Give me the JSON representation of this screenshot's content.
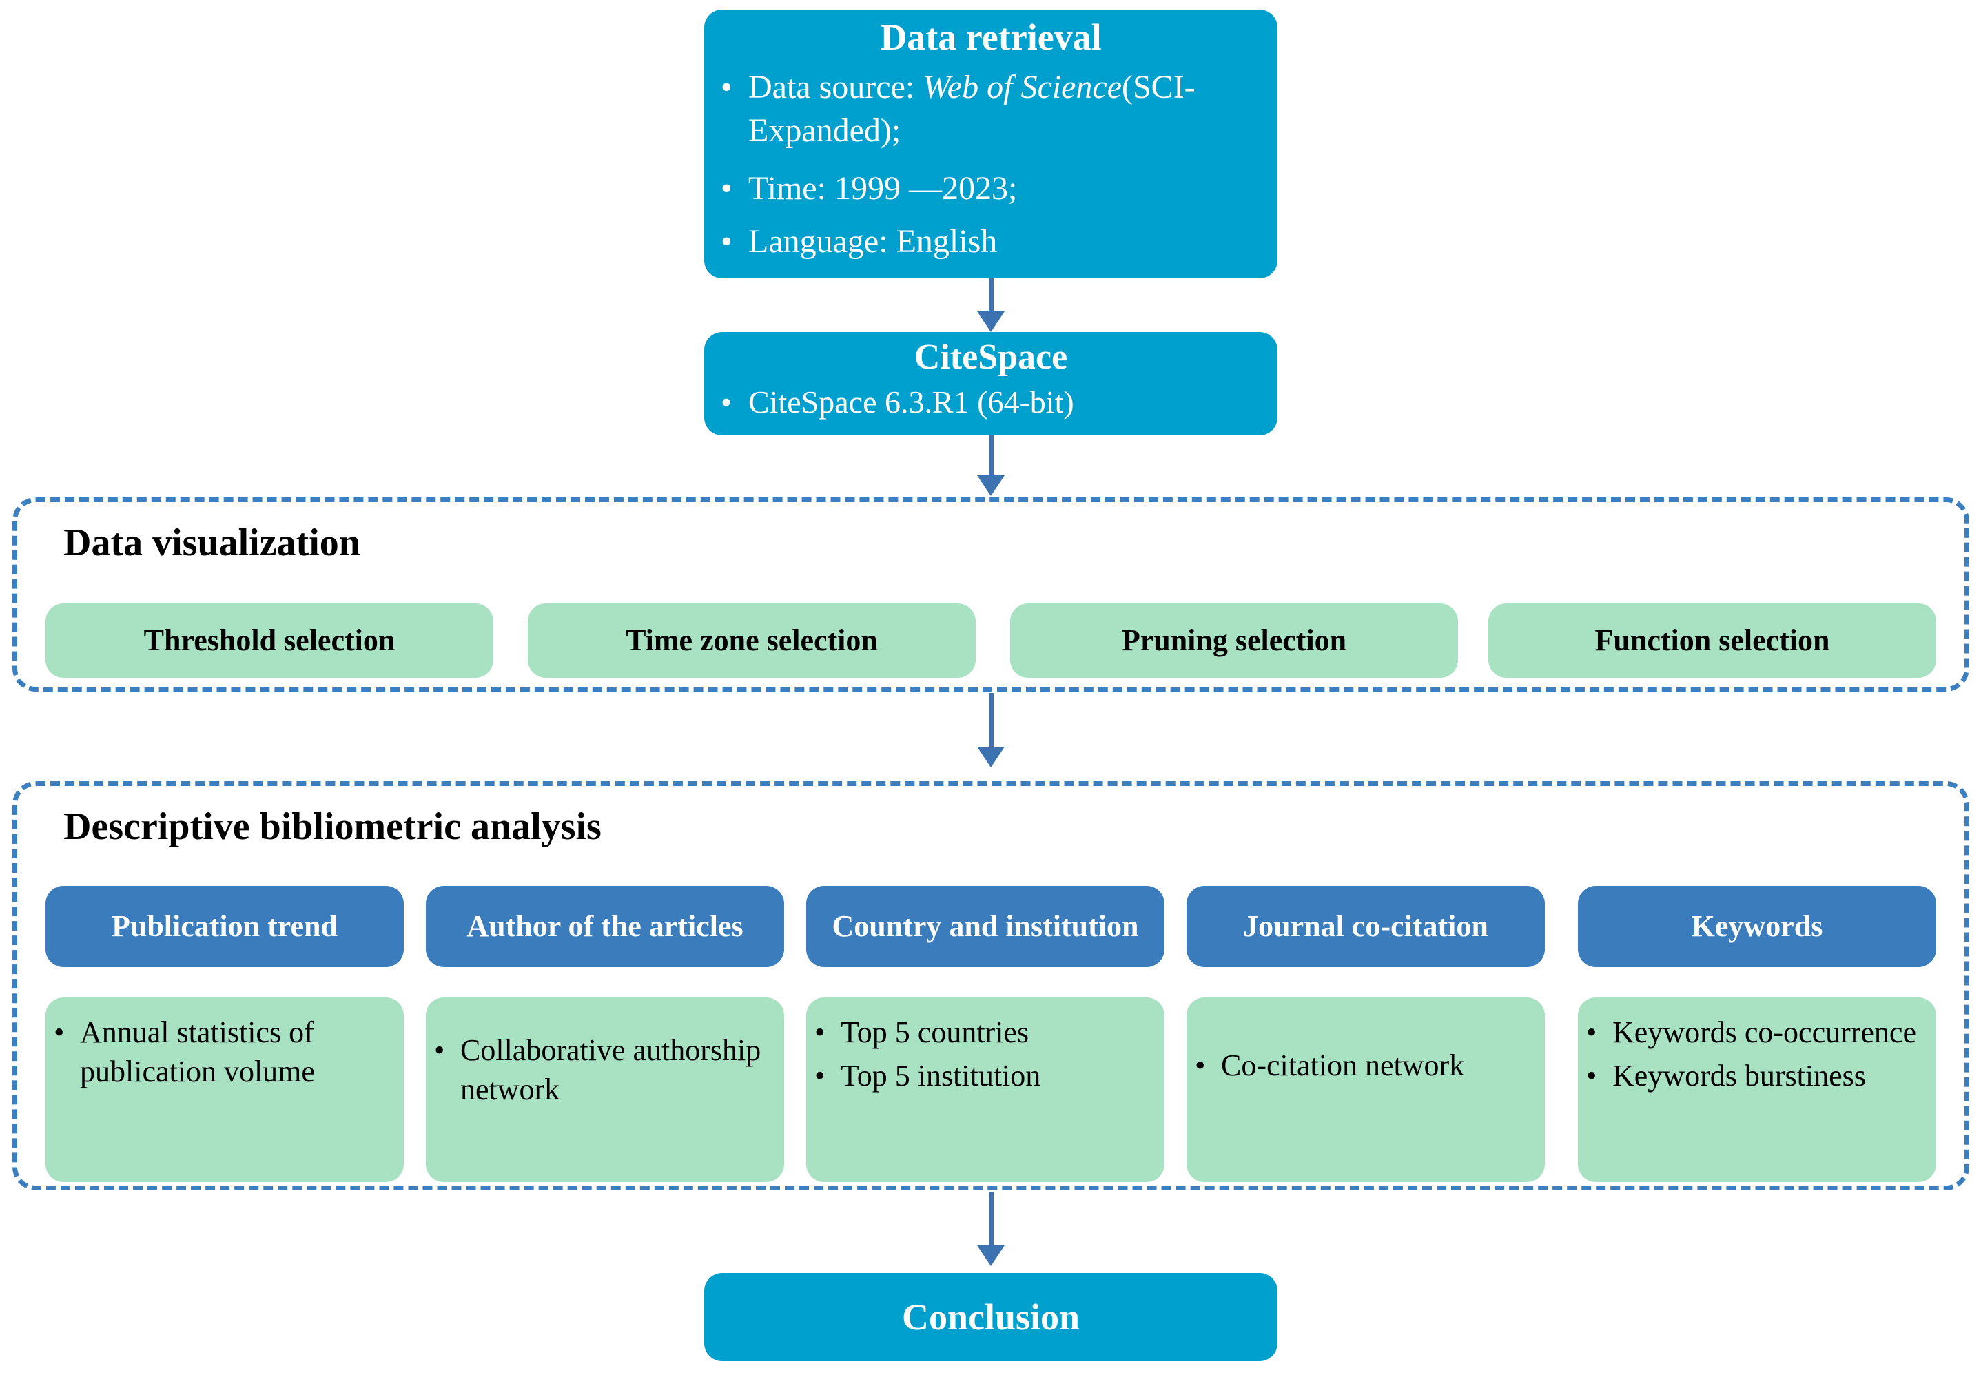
{
  "diagram": {
    "title": "Bibliometric analysis workflow flowchart",
    "colors": {
      "cyan_node": "#00a0ce",
      "green_node": "#a9e2c3",
      "blue_node": "#3b7cbc",
      "dashed_border": "#3c7fc0",
      "arrow": "#3c72b0",
      "background": "#ffffff",
      "light_text": "#ffffff",
      "dark_text": "#000000"
    }
  },
  "data_retrieval": {
    "title": "Data retrieval",
    "bullets": [
      {
        "prefix": "Data source: ",
        "italic": "Web of Science",
        "suffix": "(SCI-Expanded);"
      },
      {
        "text": "Time: 1999 —2023;"
      },
      {
        "text": "Language: English"
      }
    ]
  },
  "citespace": {
    "title": "CiteSpace",
    "bullets": [
      {
        "text": "CiteSpace 6.3.R1 (64-bit)"
      }
    ]
  },
  "data_visualization": {
    "heading": "Data visualization",
    "items": [
      {
        "label": "Threshold selection"
      },
      {
        "label": "Time zone selection"
      },
      {
        "label": "Pruning selection"
      },
      {
        "label": "Function selection"
      }
    ]
  },
  "descriptive_analysis": {
    "heading": "Descriptive bibliometric analysis",
    "columns": [
      {
        "header": "Publication trend",
        "bullets": [
          {
            "text": "Annual statistics of publication volume"
          }
        ]
      },
      {
        "header": "Author of the articles",
        "bullets": [
          {
            "text": "Collaborative authorship network"
          }
        ]
      },
      {
        "header": "Country and institution",
        "bullets": [
          {
            "text": "Top 5 countries"
          },
          {
            "text": "Top 5 institution"
          }
        ]
      },
      {
        "header": "Journal co-citation",
        "bullets": [
          {
            "text": "Co-citation network"
          }
        ]
      },
      {
        "header": "Keywords",
        "bullets": [
          {
            "text": "Keywords co-occurrence"
          },
          {
            "text": "Keywords burstiness"
          }
        ]
      }
    ]
  },
  "conclusion": {
    "title": "Conclusion"
  }
}
